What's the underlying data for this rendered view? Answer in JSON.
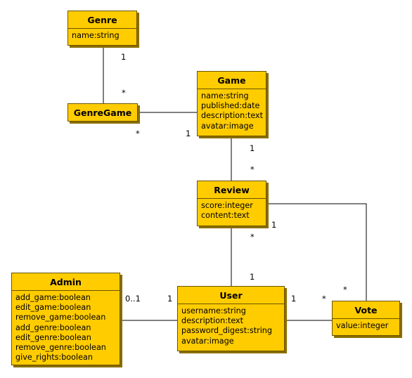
{
  "classes": {
    "genre": {
      "name": "Genre",
      "attributes": [
        "name:string"
      ]
    },
    "genregame": {
      "name": "GenreGame",
      "attributes": []
    },
    "game": {
      "name": "Game",
      "attributes": [
        "name:string",
        "published:date",
        "description:text",
        "avatar:image"
      ]
    },
    "review": {
      "name": "Review",
      "attributes": [
        "score:integer",
        "content:text"
      ]
    },
    "admin": {
      "name": "Admin",
      "attributes": [
        "add_game:boolean",
        "edit_game:boolean",
        "remove_game:boolean",
        "add_genre:boolean",
        "edit_genre:boolean",
        "remove_genre:boolean",
        "give_rights:boolean"
      ]
    },
    "user": {
      "name": "User",
      "attributes": [
        "username:string",
        "description:text",
        "password_digest:string",
        "avatar:image"
      ]
    },
    "vote": {
      "name": "Vote",
      "attributes": [
        "value:integer"
      ]
    }
  },
  "multiplicities": {
    "genre_genregame_genre": "1",
    "genre_genregame_genregame": "*",
    "genregame_game_genregame": "*",
    "genregame_game_game": "1",
    "game_review_game": "1",
    "game_review_review": "*",
    "review_user_review": "*",
    "review_user_user": "1",
    "review_vote_review": "1",
    "review_vote_vote": "*",
    "admin_user_admin": "0..1",
    "admin_user_user": "1",
    "user_vote_user": "1",
    "user_vote_vote": "*"
  }
}
